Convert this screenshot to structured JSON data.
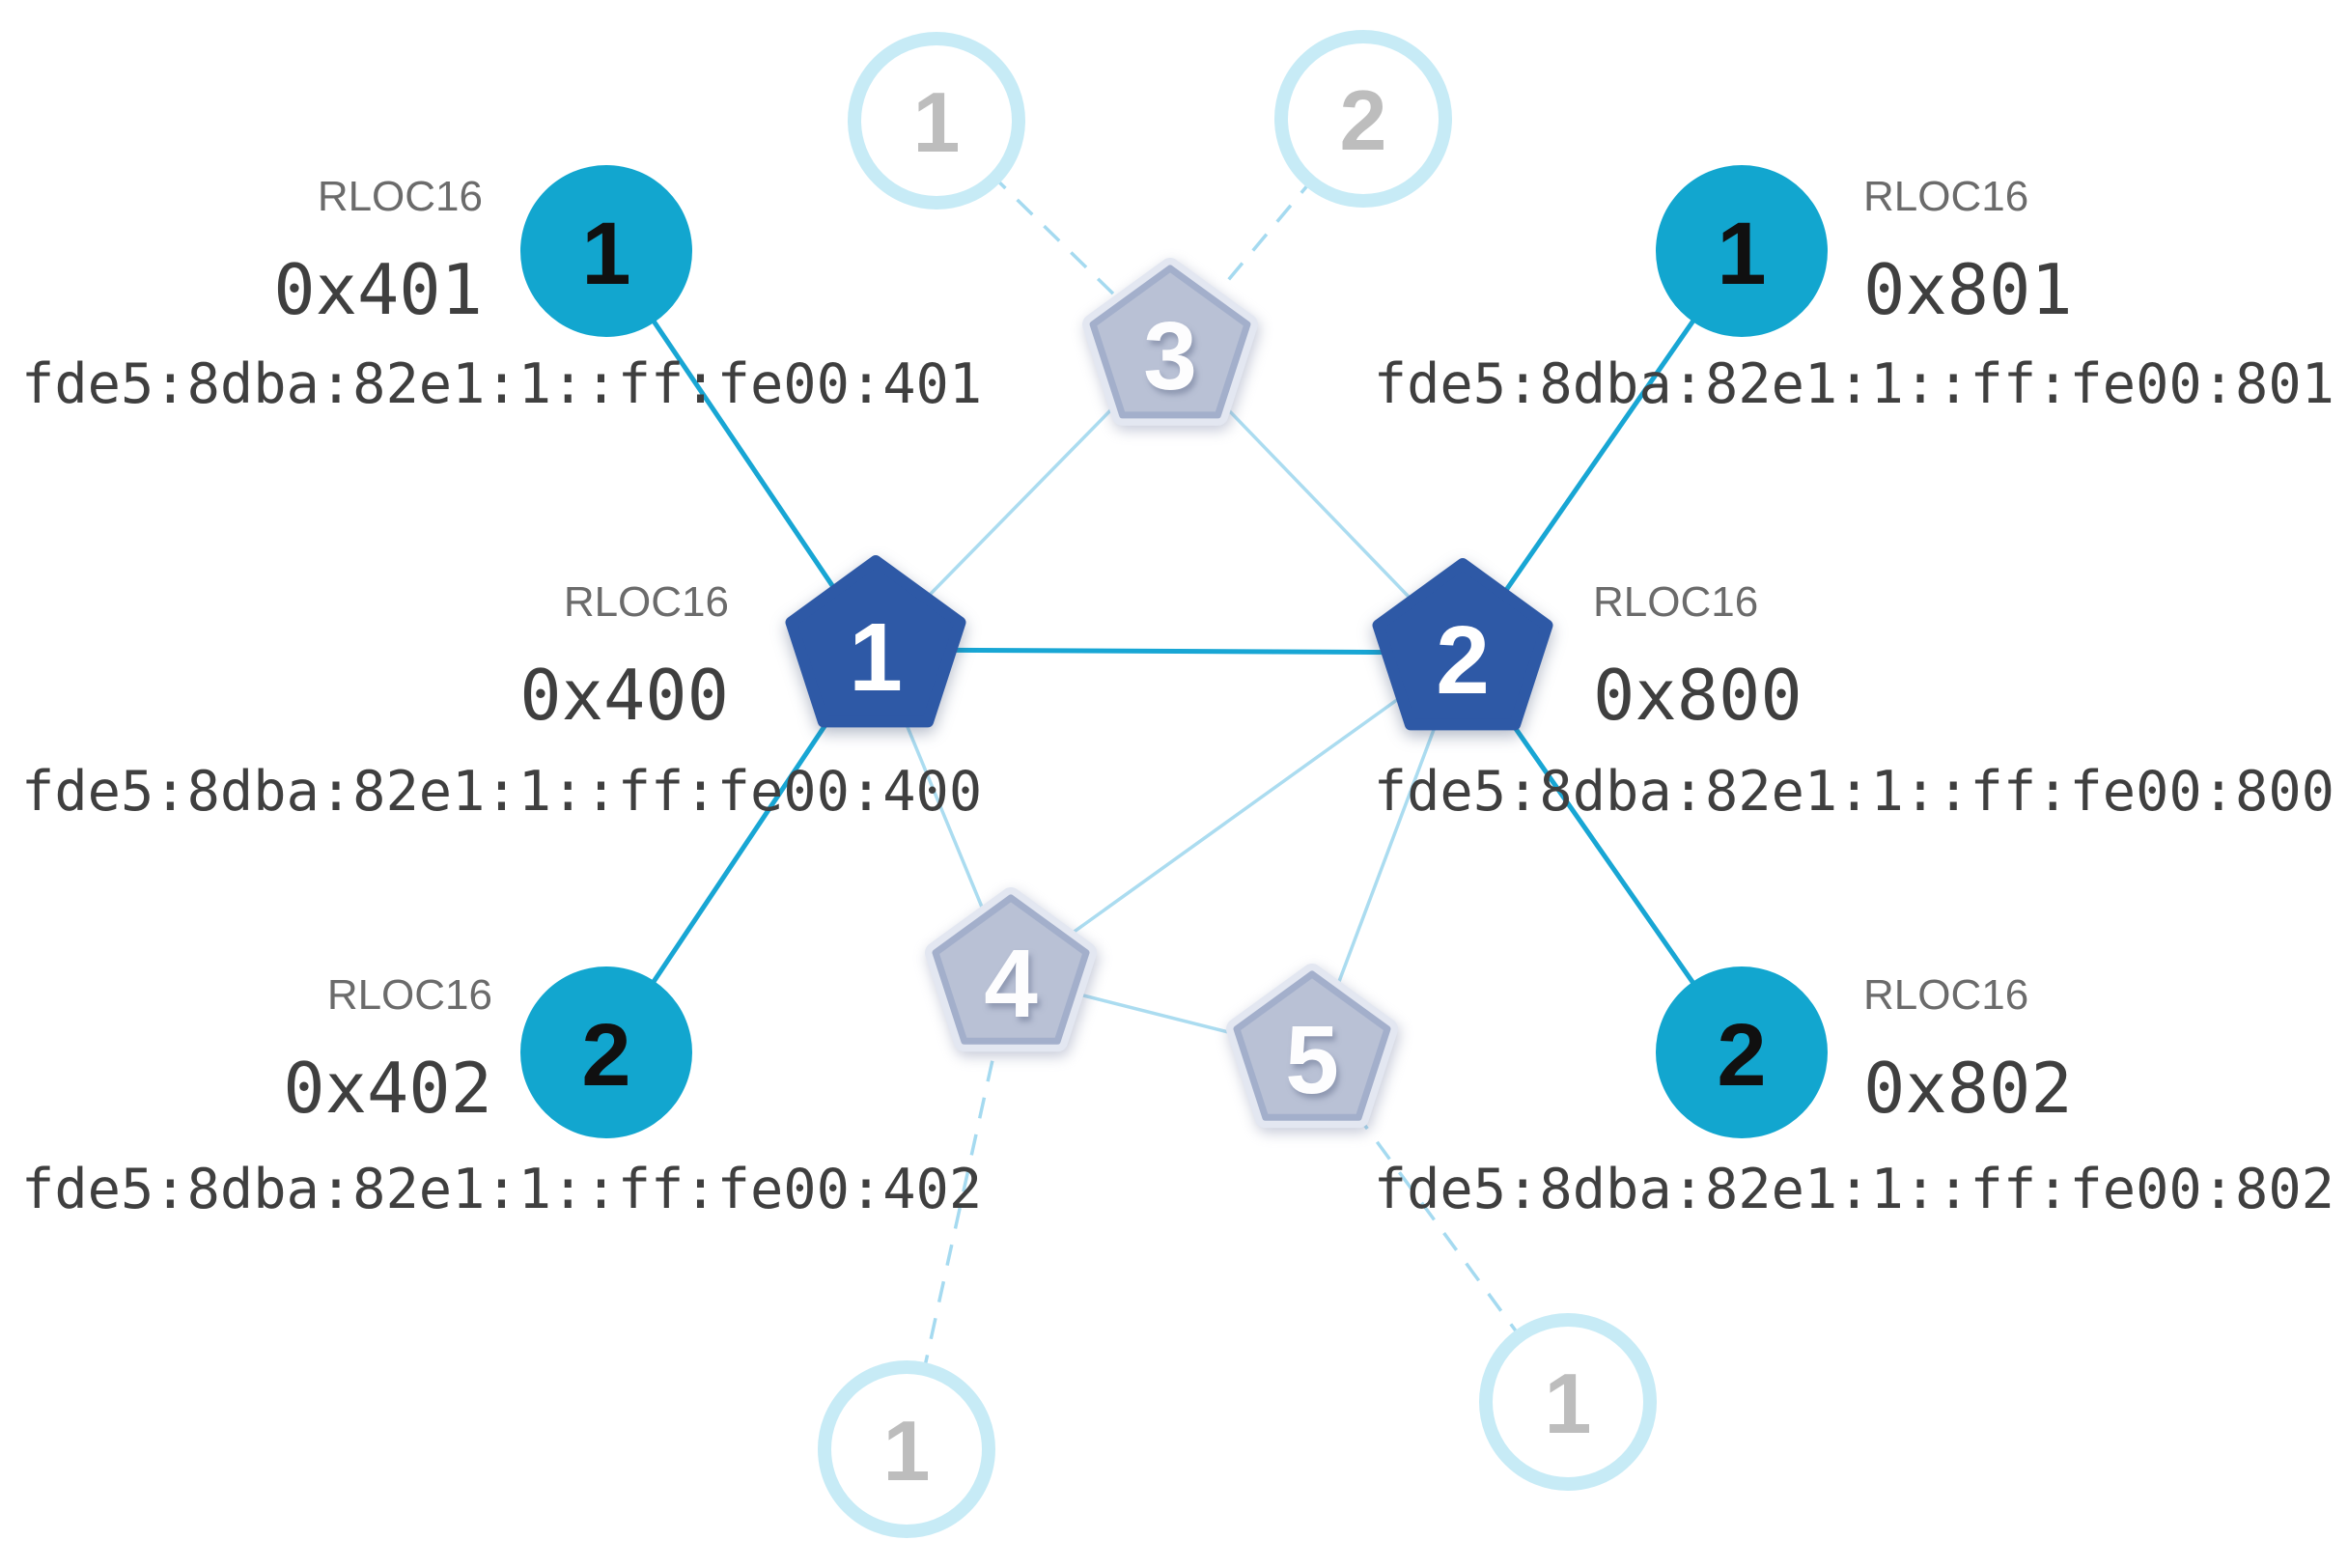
{
  "diagram": {
    "title_semantic": "thread-network-topology",
    "routers": [
      {
        "id": "router-1",
        "number": "1",
        "rloc_label": "RLOC16",
        "rloc16": "0x400",
        "ipv6": "fde5:8dba:82e1:1::ff:fe00:400"
      },
      {
        "id": "router-2",
        "number": "2",
        "rloc_label": "RLOC16",
        "rloc16": "0x800",
        "ipv6": "fde5:8dba:82e1:1::ff:fe00:800"
      }
    ],
    "children": [
      {
        "id": "child-401",
        "number": "1",
        "rloc_label": "RLOC16",
        "rloc16": "0x401",
        "ipv6": "fde5:8dba:82e1:1::ff:fe00:401"
      },
      {
        "id": "child-801",
        "number": "1",
        "rloc_label": "RLOC16",
        "rloc16": "0x801",
        "ipv6": "fde5:8dba:82e1:1::ff:fe00:801"
      },
      {
        "id": "child-402",
        "number": "2",
        "rloc_label": "RLOC16",
        "rloc16": "0x402",
        "ipv6": "fde5:8dba:82e1:1::ff:fe00:402"
      },
      {
        "id": "child-802",
        "number": "2",
        "rloc_label": "RLOC16",
        "rloc16": "0x802",
        "ipv6": "fde5:8dba:82e1:1::ff:fe00:802"
      }
    ],
    "faded_routers": [
      {
        "id": "faded-router-3",
        "number": "3"
      },
      {
        "id": "faded-router-4",
        "number": "4"
      },
      {
        "id": "faded-router-5",
        "number": "5"
      }
    ],
    "faded_children": [
      {
        "id": "faded-child-top-left",
        "number": "1"
      },
      {
        "id": "faded-child-top-right",
        "number": "2"
      },
      {
        "id": "faded-child-bottom-left",
        "number": "1"
      },
      {
        "id": "faded-child-bottom-right",
        "number": "1"
      }
    ],
    "palette": {
      "router_active": "#2e59a6",
      "child_active": "#12a6cf",
      "link_active": "#18a6d4",
      "link_faded": "#abdcf0",
      "faded_node_fill": "#b9c1d5",
      "faded_node_border": "#a3afcb",
      "faded_circle_ring": "#c7ebf6",
      "faded_number_gray": "#bdbdbd",
      "text_dark": "#3f3f3f",
      "text_gray": "#6b6b6b"
    }
  }
}
